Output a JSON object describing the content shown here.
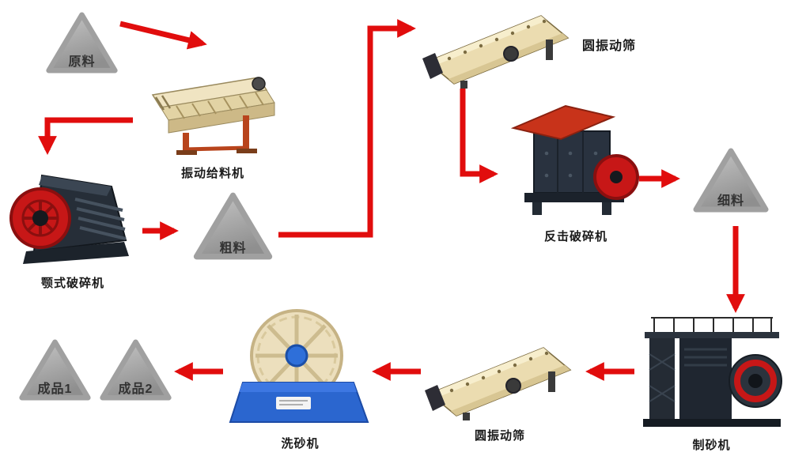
{
  "diagram": {
    "type": "process-flow",
    "colors": {
      "arrow_red": "#e10d0d",
      "triangle_gray": "#a5a5a5",
      "machine_beige": "#ebdcb0",
      "machine_navy": "#28313d",
      "machine_blue": "#2b66cf",
      "flywheel_red": "#c71717"
    },
    "nodes": {
      "raw": {
        "label": "原料"
      },
      "feeder": {
        "label": "振动给料机"
      },
      "jaw_crusher": {
        "label": "颚式破碎机"
      },
      "coarse": {
        "label": "粗料"
      },
      "screen_top": {
        "label": "圆振动筛"
      },
      "impact_crusher": {
        "label": "反击破碎机"
      },
      "fine": {
        "label": "细料"
      },
      "sand_maker": {
        "label": "制砂机"
      },
      "screen_bottom": {
        "label": "圆振动筛"
      },
      "sand_washer": {
        "label": "洗砂机"
      },
      "product2": {
        "label": "成品2"
      },
      "product1": {
        "label": "成品1"
      }
    },
    "flow": [
      "原料 → 振动给料机",
      "振动给料机 → 颚式破碎机",
      "颚式破碎机 → 粗料",
      "粗料 → 圆振动筛",
      "圆振动筛 → 反击破碎机",
      "反击破碎机 → 细料",
      "细料 → 制砂机",
      "制砂机 → 圆振动筛",
      "圆振动筛 → 洗砂机",
      "洗砂机 → 成品1/成品2"
    ]
  }
}
